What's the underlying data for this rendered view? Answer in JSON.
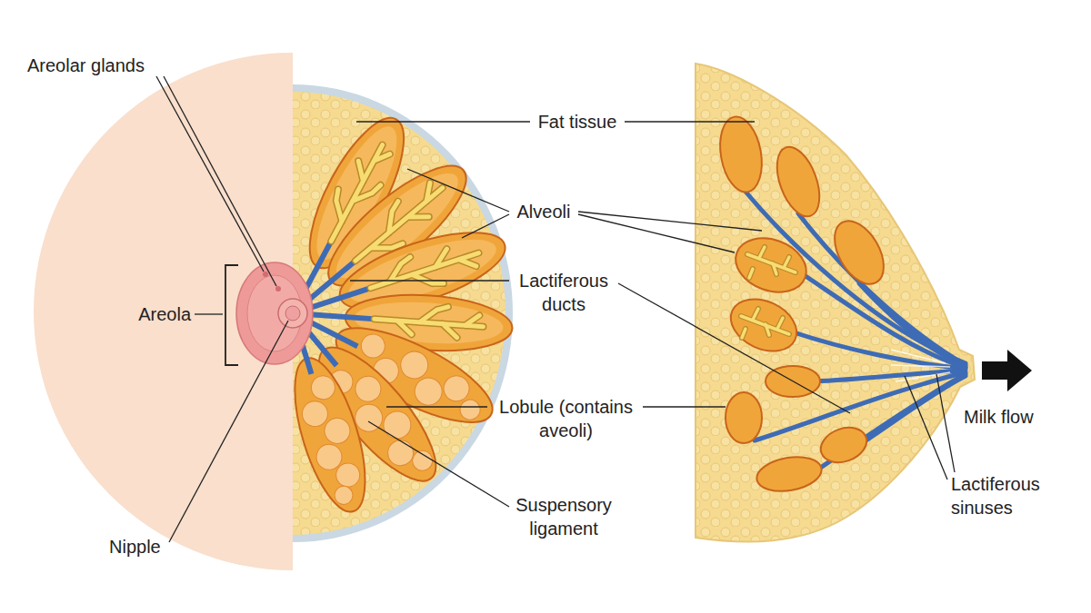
{
  "diagram": {
    "labels": [
      "Areolar glands",
      "Fat tissue",
      "Alveoli",
      "Lactiferous ducts",
      "Areola",
      "Lobule (contains aveoli)",
      "Milk flow",
      "Lactiferous sinuses",
      "Suspensory ligament",
      "Nipple"
    ]
  }
}
